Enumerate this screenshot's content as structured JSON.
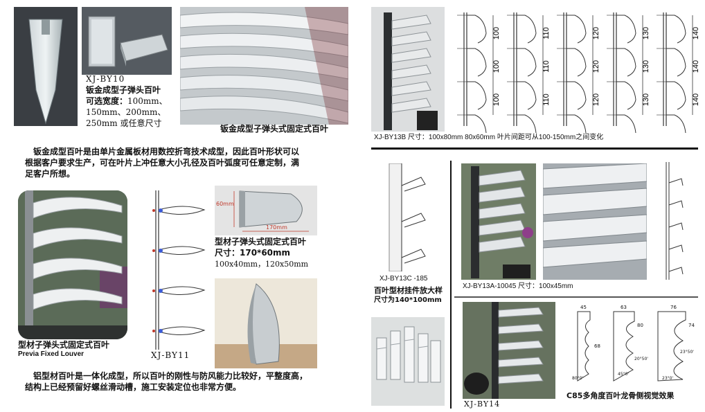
{
  "left": {
    "by10": {
      "model": "XJ-BY10",
      "name": "钣金成型子弹头百叶",
      "width_options_title": "可选宽度：",
      "width_line1": "100mm、",
      "width_line2": "150mm、200mm、",
      "width_line3": "250mm 或任意尺寸",
      "photo_caption": "钣金成型子弹头式固定式百叶"
    },
    "paragraph1": [
      "钣金成型百叶是由单片金属板材用数控折弯技术成型，因此百叶形状可以",
      "根据客户要求生产，可在叶片上冲任意大小孔径及百叶弧度可任意定制，满",
      "足客户所想。"
    ],
    "by11": {
      "profile_dim_h": "60mm",
      "profile_dim_w": "170mm",
      "name": "型材子弹头式固定式百叶",
      "size": "尺寸：170*60mm",
      "size_options": "100x40mm，120x50mm",
      "photo_caption": "型材子弹头式固定式百叶",
      "photo_caption_en": "Previa Fixed Louver",
      "model": "XJ-BY11"
    },
    "paragraph2": [
      "铝型材百叶是一体化成型，所以百叶的刚性与防风能力比较好，平整度高，",
      "结构上已经预留好螺丝滑动槽，施工安装定位也非常方便。"
    ]
  },
  "right": {
    "by13b": {
      "caption": "XJ-BY13B    尺寸：100x80mm  80x60mm    叶片间距可从100-150mm之间变化",
      "spacing_groups": [
        [
          "100",
          "100",
          "100"
        ],
        [
          "110",
          "110",
          "110"
        ],
        [
          "120",
          "120",
          "120"
        ],
        [
          "130",
          "130",
          "130"
        ],
        [
          "140",
          "140",
          "140"
        ]
      ]
    },
    "by13c": {
      "model": "XJ-BY13C  -185",
      "title": "百叶型材挂件放大样",
      "size": "尺寸为140*100mm"
    },
    "by13a": {
      "caption": "XJ-BY13A-10045    尺寸：100x45mm"
    },
    "by14": {
      "model": "XJ-BY14",
      "c85_caption": "C85多角度百叶龙骨侧视觉效果",
      "dims": [
        "45",
        "63",
        "76",
        "68",
        "80",
        "74",
        "20°50'",
        "23°50'",
        "45°0'",
        "80°0'",
        "23°0'"
      ]
    }
  },
  "colors": {
    "blade": "#e6e8ea",
    "frame": "#7b7f84",
    "drawing_line": "#333333",
    "accent_blue": "#3b5bd6",
    "accent_red": "#c0392b"
  }
}
